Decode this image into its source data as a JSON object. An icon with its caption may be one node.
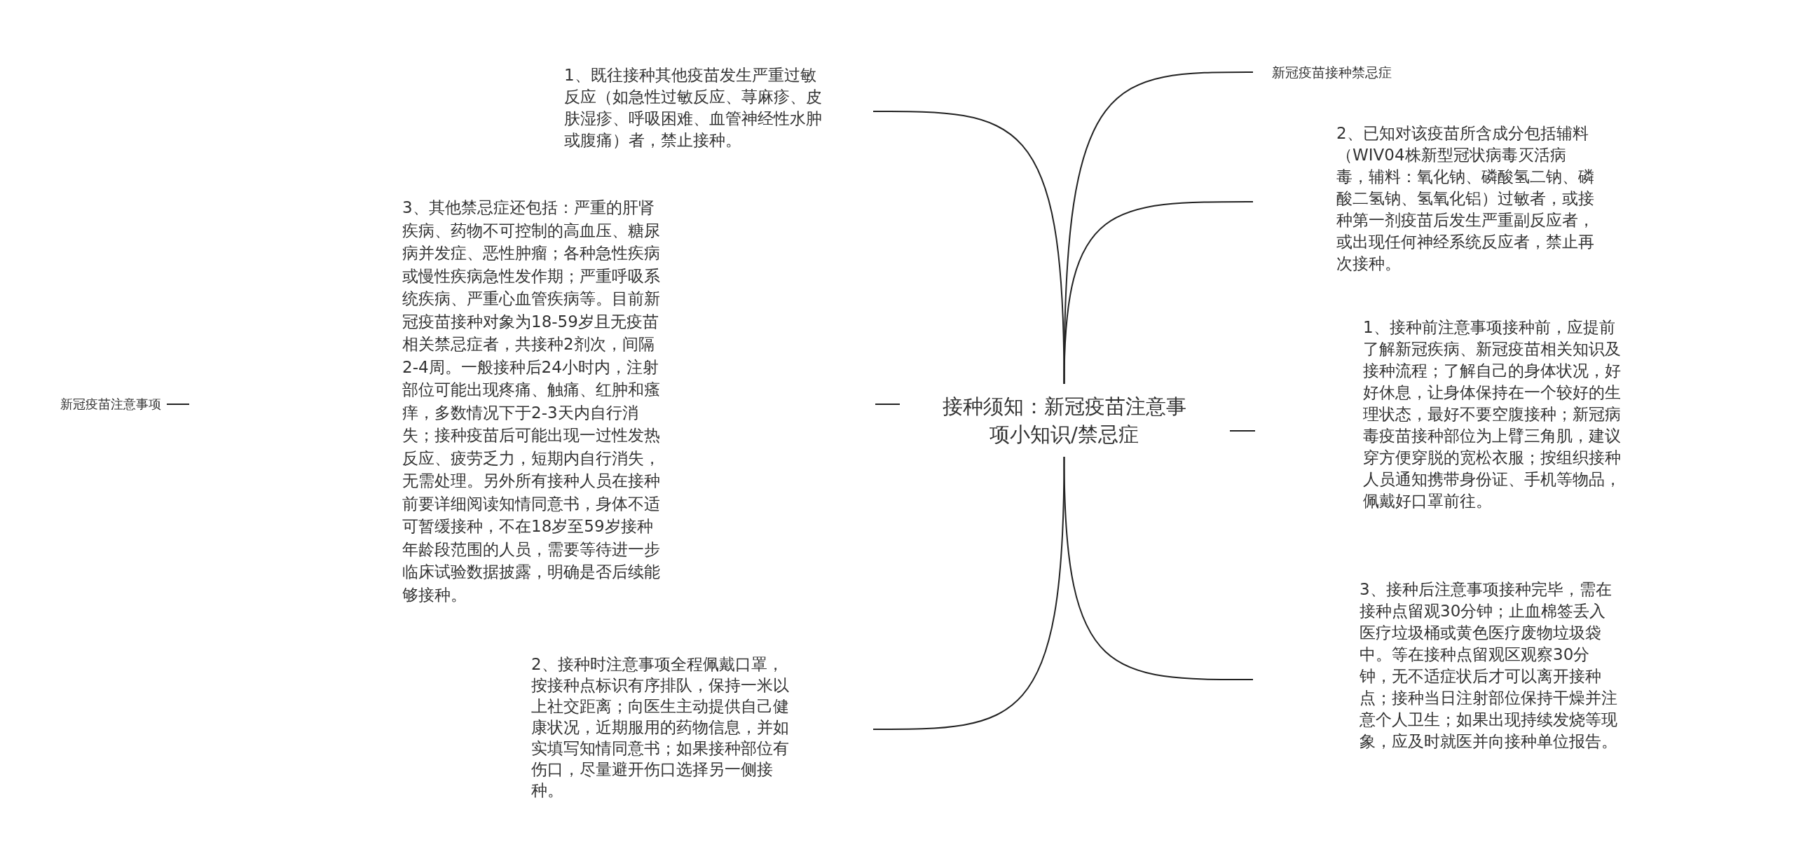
{
  "diagram": {
    "nodes": [
      {
        "text": [
          "接种须知：新冠疫苗注意事项小知识/禁忌症"
        ]
      },
      {
        "text": [
          "新冠疫苗注意事项"
        ]
      },
      {
        "text": [
          "1、既往接种其他疫苗发生严重过敏反应（如急性过敏反应、荨麻疹、皮肤湿疹、呼吸困难、血管神经性水肿或腹痛）者，禁止接种。"
        ]
      },
      {
        "text": [
          "3、其他禁忌症还包括：严重的肝肾疾病、药物不可控制的高血压、糖尿病并发症、恶性肿瘤；各种急性疾病或慢性疾病急性发作期；严重呼吸系统疾病、严重心血管疾病等。目前新冠疫苗接种对象为18-59岁且无疫苗相关禁忌症者，共接种2剂次，间隔2-4周。一般接种后24小时内，注射部位可能出现疼痛、触痛、红肿和瘙痒，多数情况下于2-3天内自行消失；接种疫苗后可能出现一过性发热反应、疲劳乏力，短期内自行消失，无需处理。另外所有接种人员在接种前要详细阅读知情同意书，身体不适可暂缓接种，不在18岁至59岁接种年龄段范围的人员，需要等待进一步临床试验数据披露，明确是否后续能够接种。"
        ]
      },
      {
        "text": [
          "2、接种时注意事项全程佩戴口罩，按接种点标识有序排队，保持一米以上社交距离；向医生主动提供自己健康状况，近期服用的药物信息，并如实填写知情同意书；如果接种部位有伤口，尽量避开伤口选择另一侧接种。"
        ]
      },
      {
        "text": [
          "新冠疫苗接种禁忌症"
        ]
      },
      {
        "text": [
          "2、已知对该疫苗所含成分包括辅料（WIV04株新型冠状病毒灭活病毒，辅料：氧化钠、磷酸氢二钠、磷酸二氢钠、氢氧化铝）过敏者，或接种第一剂疫苗后发生严重副反应者，或出现任何神经系统反应者，禁止再次接种。"
        ]
      },
      {
        "text": [
          "1、接种前注意事项接种前，应提前了解新冠疾病、新冠疫苗相关知识及接种流程；了解自己的身体状况，好好休息，让身体保持在一个较好的生理状态，最好不要空腹接种；新冠病毒疫苗接种部位为上臂三角肌，建议穿方便穿脱的宽松衣服；按组织接种人员通知携带身份证、手机等物品，佩戴好口罩前往。"
        ]
      },
      {
        "text": [
          "3、接种后注意事项接种完毕，需在接种点留观30分钟；止血棉签丢入医疗垃圾桶或黄色医疗废物垃圾袋中。等在接种点留观区观察30分钟，无不适症状后才可以离开接种点；接种当日注射部位保持干燥并注意个人卫生；如果出现持续发烧等现象，应及时就医并向接种单位报告。"
        ]
      }
    ],
    "edges": [
      {
        "from": 0,
        "to": 2,
        "arrow": "none"
      },
      {
        "from": 0,
        "to": 4,
        "arrow": "none"
      },
      {
        "from": 0,
        "to": 5,
        "arrow": "none"
      },
      {
        "from": 0,
        "to": 6,
        "arrow": "none"
      },
      {
        "from": 0,
        "to": 8,
        "arrow": "none"
      },
      {
        "from": 1,
        "to": null,
        "arrow": "none"
      }
    ]
  }
}
